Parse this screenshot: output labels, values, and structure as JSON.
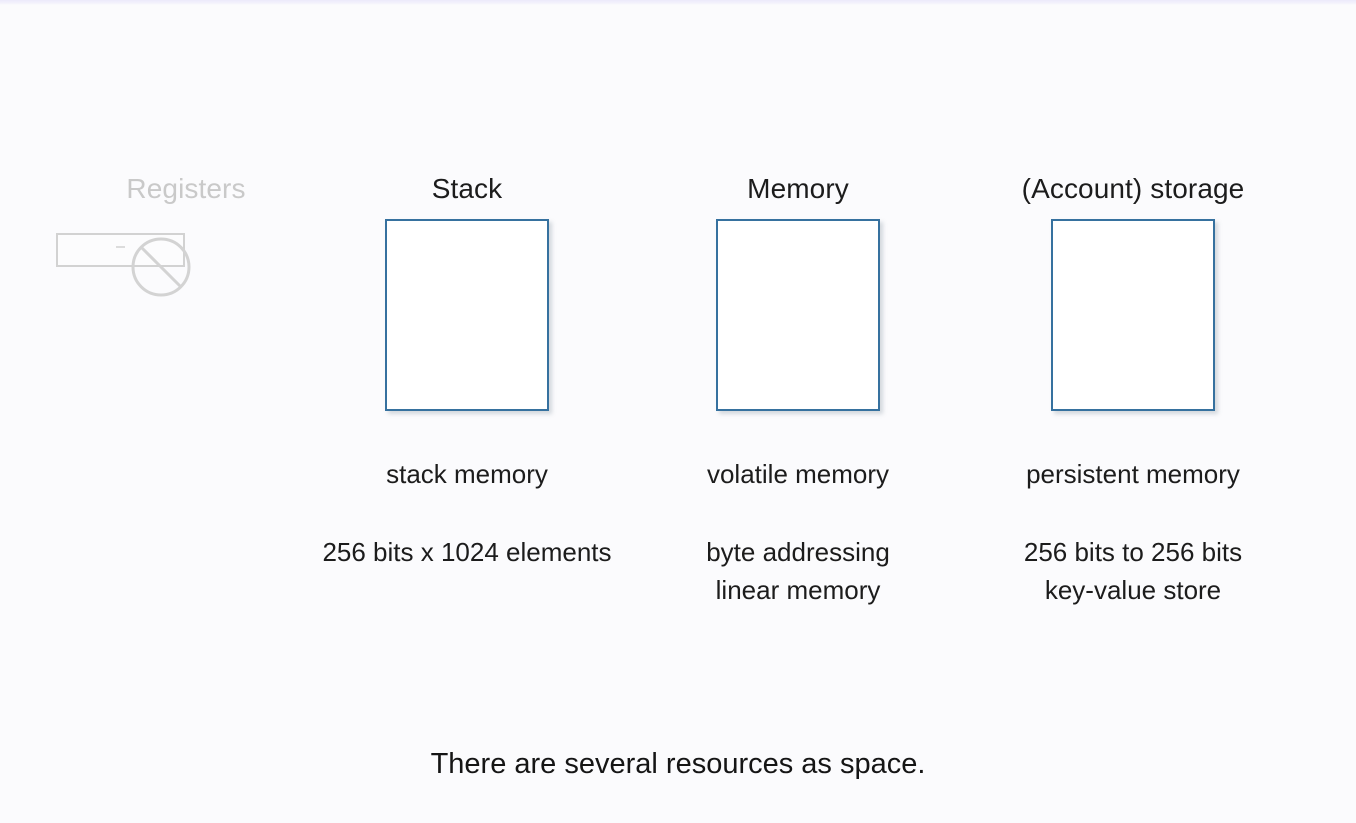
{
  "slide": {
    "background_color": "#fbfbfd",
    "accent_color": "#36719f",
    "disabled_color": "#c9c9c9",
    "text_color": "#1c1c1c",
    "caption": "There are several resources as space."
  },
  "columns": [
    {
      "id": "registers",
      "title": "Registers",
      "state": "disabled",
      "icon": "no-entry-icon",
      "desc_primary": "",
      "desc_secondary": ""
    },
    {
      "id": "stack",
      "title": "Stack",
      "state": "enabled",
      "desc_primary": "stack memory",
      "desc_secondary_line1": "256 bits x 1024 elements",
      "desc_secondary_line2": ""
    },
    {
      "id": "memory",
      "title": "Memory",
      "state": "enabled",
      "desc_primary": "volatile memory",
      "desc_secondary_line1": "byte addressing",
      "desc_secondary_line2": "linear memory"
    },
    {
      "id": "storage",
      "title": "(Account) storage",
      "state": "enabled",
      "desc_primary": "persistent memory",
      "desc_secondary_line1": "256 bits to 256 bits",
      "desc_secondary_line2": "key-value store"
    }
  ]
}
